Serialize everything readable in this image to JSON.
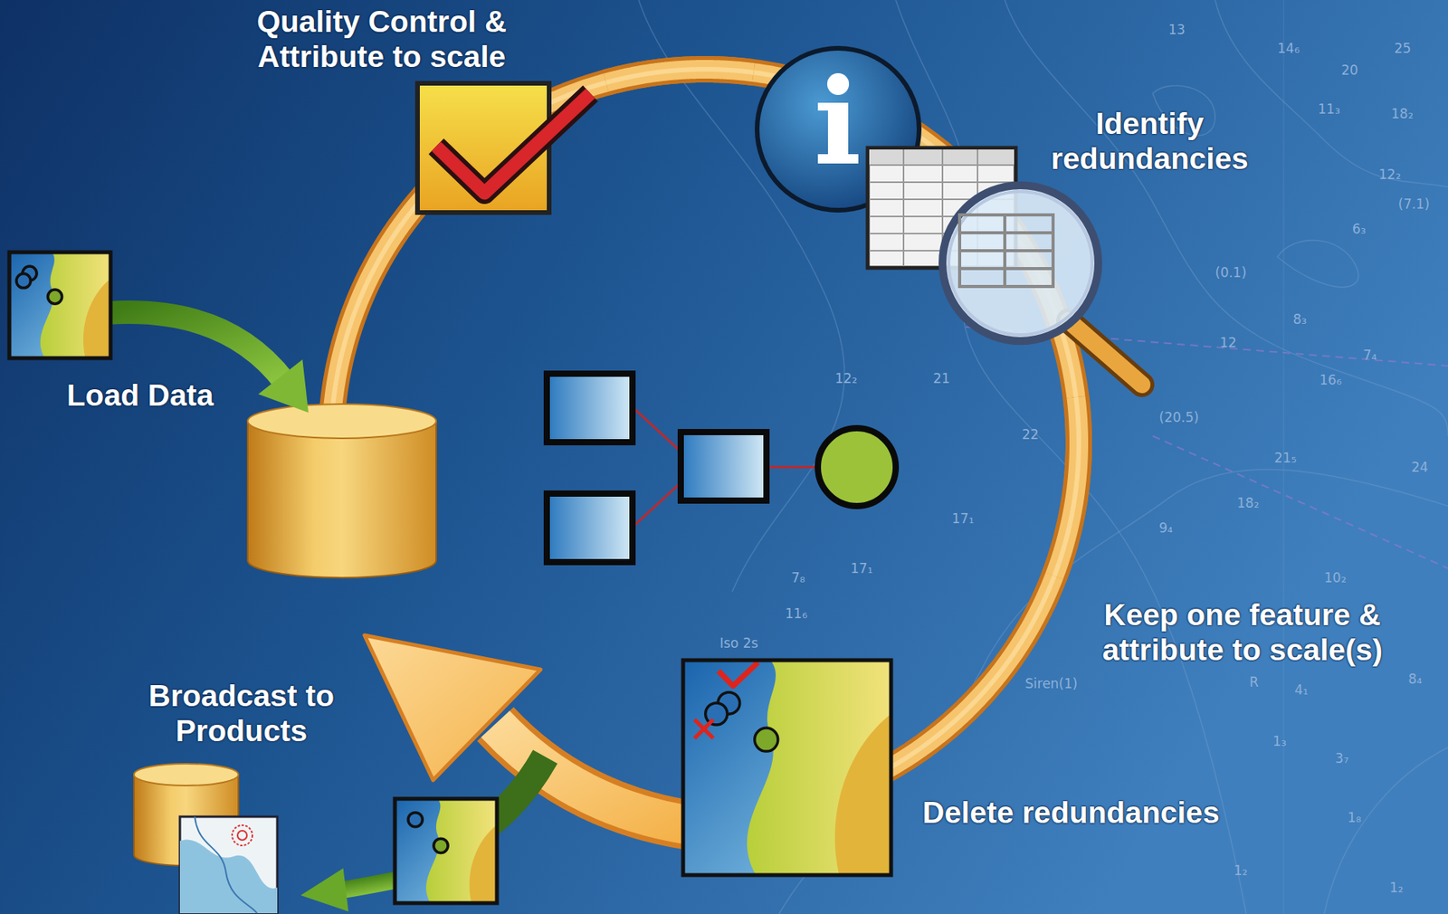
{
  "diagram": {
    "nodes": [
      {
        "text": [
          "Quality Control & Attribute to scale"
        ]
      },
      {
        "text": [
          "Identify redundancies"
        ]
      },
      {
        "text": [
          "Load Data"
        ]
      },
      {
        "text": [
          "Keep one feature & attribute to scale(s)",
          "Delete redundancies"
        ]
      },
      {
        "text": [
          "Broadcast to Products"
        ]
      }
    ],
    "edges": [
      {
        "from": 0,
        "to": 1,
        "arrow": "none"
      },
      {
        "from": 1,
        "to": 3,
        "arrow": "none"
      }
    ],
    "labels": [
      "13",
      "14₆",
      "25",
      "20",
      "11₃",
      "18₂",
      "12₂",
      "6₃",
      "(7.1)",
      "(0.1)",
      "12",
      "8₃",
      "7₄",
      "16₆",
      "(20.5)",
      "22",
      "21",
      "24",
      "21₅",
      "18₂",
      "9₄",
      "17₁",
      "17₁",
      "10₂",
      "12₂",
      "7₈",
      "11₆",
      "Siren(1)",
      "R",
      "4₁",
      "1₃",
      "3₇",
      "8₄",
      "1₈",
      "1₂",
      "1₂",
      "Iso 2s"
    ]
  }
}
